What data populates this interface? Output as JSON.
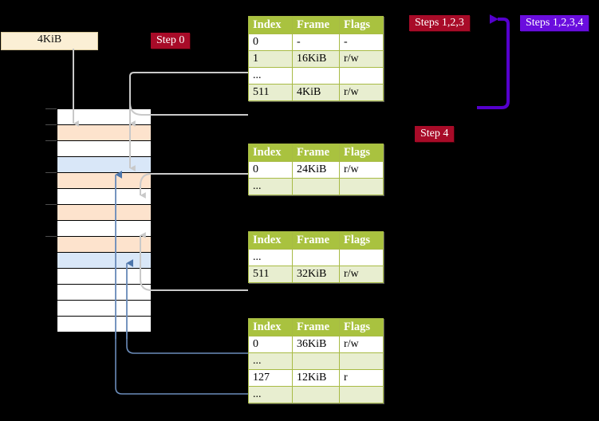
{
  "diagram": {
    "title_badges": [
      {
        "name": "step0",
        "label": "Step 0",
        "color": "#a80b28"
      },
      {
        "name": "steps123",
        "label": "Steps 1,2,3",
        "color": "#a80b28"
      },
      {
        "name": "steps1234",
        "label": "Steps 1,2,3,4",
        "color": "#6a0dde"
      },
      {
        "name": "step4",
        "label": "Step 4",
        "color": "#a80b28"
      }
    ],
    "frame_tag": {
      "label": "4KiB"
    },
    "colors": {
      "header_green": "#a9c23f",
      "row_alt": "#e8eed0",
      "highlight": "#ffffaa",
      "mem_orange": "#fde3cd",
      "mem_blue": "#d9e7f8",
      "connector_gray": "#bbbbbb",
      "connector_blue": "#6b8cba",
      "arrow_purple": "#5500cc"
    },
    "columns": [
      "Index",
      "Frame",
      "Flags"
    ],
    "tables": [
      {
        "name": "level4-table",
        "rows": [
          {
            "cells": [
              "0",
              "-",
              "-"
            ],
            "alt": false,
            "highlight": false
          },
          {
            "cells": [
              "1",
              "16KiB",
              "r/w"
            ],
            "alt": true,
            "highlight": false
          },
          {
            "cells": [
              "...",
              "",
              ""
            ],
            "alt": false,
            "highlight": false
          },
          {
            "cells": [
              "511",
              "4KiB",
              "r/w"
            ],
            "alt": true,
            "highlight": true
          }
        ]
      },
      {
        "name": "level3-table",
        "rows": [
          {
            "cells": [
              "0",
              "24KiB",
              "r/w"
            ],
            "alt": false,
            "highlight": false
          },
          {
            "cells": [
              "...",
              "",
              ""
            ],
            "alt": true,
            "highlight": false
          }
        ]
      },
      {
        "name": "level2-table",
        "rows": [
          {
            "cells": [
              "...",
              "",
              ""
            ],
            "alt": false,
            "highlight": false
          },
          {
            "cells": [
              "511",
              "32KiB",
              "r/w"
            ],
            "alt": true,
            "highlight": false
          }
        ]
      },
      {
        "name": "level1-table",
        "rows": [
          {
            "cells": [
              "0",
              "36KiB",
              "r/w"
            ],
            "alt": false,
            "highlight": false
          },
          {
            "cells": [
              "...",
              "",
              ""
            ],
            "alt": true,
            "highlight": false
          },
          {
            "cells": [
              "127",
              "12KiB",
              "r"
            ],
            "alt": false,
            "highlight": false
          },
          {
            "cells": [
              "...",
              "",
              ""
            ],
            "alt": true,
            "highlight": false
          }
        ]
      }
    ],
    "memory_rows": [
      {
        "fill": "white",
        "tick": true
      },
      {
        "fill": "orange",
        "tick": true
      },
      {
        "fill": "white",
        "tick": true
      },
      {
        "fill": "blue",
        "tick": false
      },
      {
        "fill": "orange",
        "tick": true
      },
      {
        "fill": "white",
        "tick": false
      },
      {
        "fill": "orange",
        "tick": true
      },
      {
        "fill": "white",
        "tick": false
      },
      {
        "fill": "orange",
        "tick": true
      },
      {
        "fill": "blue",
        "tick": false
      },
      {
        "fill": "white",
        "tick": false
      },
      {
        "fill": "white",
        "tick": false
      },
      {
        "fill": "white",
        "tick": false
      },
      {
        "fill": "white",
        "tick": false
      }
    ]
  }
}
